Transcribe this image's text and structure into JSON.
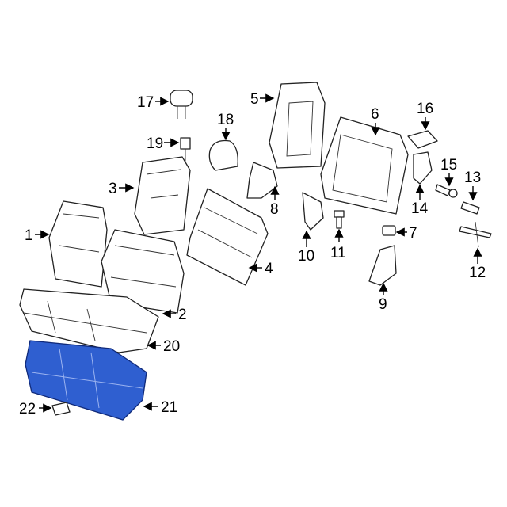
{
  "diagram": {
    "title": "Rear seat components",
    "highlight_color": "#2f5fd0",
    "callouts": {
      "c1": "1",
      "c2": "2",
      "c3": "3",
      "c4": "4",
      "c5": "5",
      "c6": "6",
      "c7": "7",
      "c8": "8",
      "c9": "9",
      "c10": "10",
      "c11": "11",
      "c12": "12",
      "c13": "13",
      "c14": "14",
      "c15": "15",
      "c16": "16",
      "c17": "17",
      "c18": "18",
      "c19": "19",
      "c20": "20",
      "c21": "21",
      "c22": "22"
    }
  }
}
